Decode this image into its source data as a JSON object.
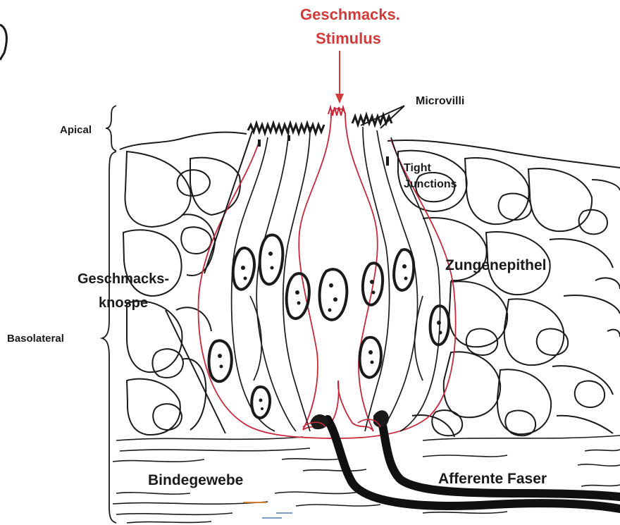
{
  "stimulus": {
    "line1": "Geschmacks.",
    "line2": "Stimulus",
    "color": "#d23a3a"
  },
  "labels": {
    "microvilli": "Microvilli",
    "apical": "Apical",
    "tight_junctions_1": "Tight",
    "tight_junctions_2": "Junctions",
    "zungenepithel": "Zungenepithel",
    "geschmacksknospe_1": "Geschmacks-",
    "geschmacksknospe_2": "knospe",
    "basolateral": "Basolateral",
    "bindegewebe": "Bindegewebe",
    "afferente_faser": "Afferente Faser"
  },
  "colors": {
    "outline": "#1a1a1a",
    "bud": "#c8283a",
    "background": "#ffffff"
  }
}
